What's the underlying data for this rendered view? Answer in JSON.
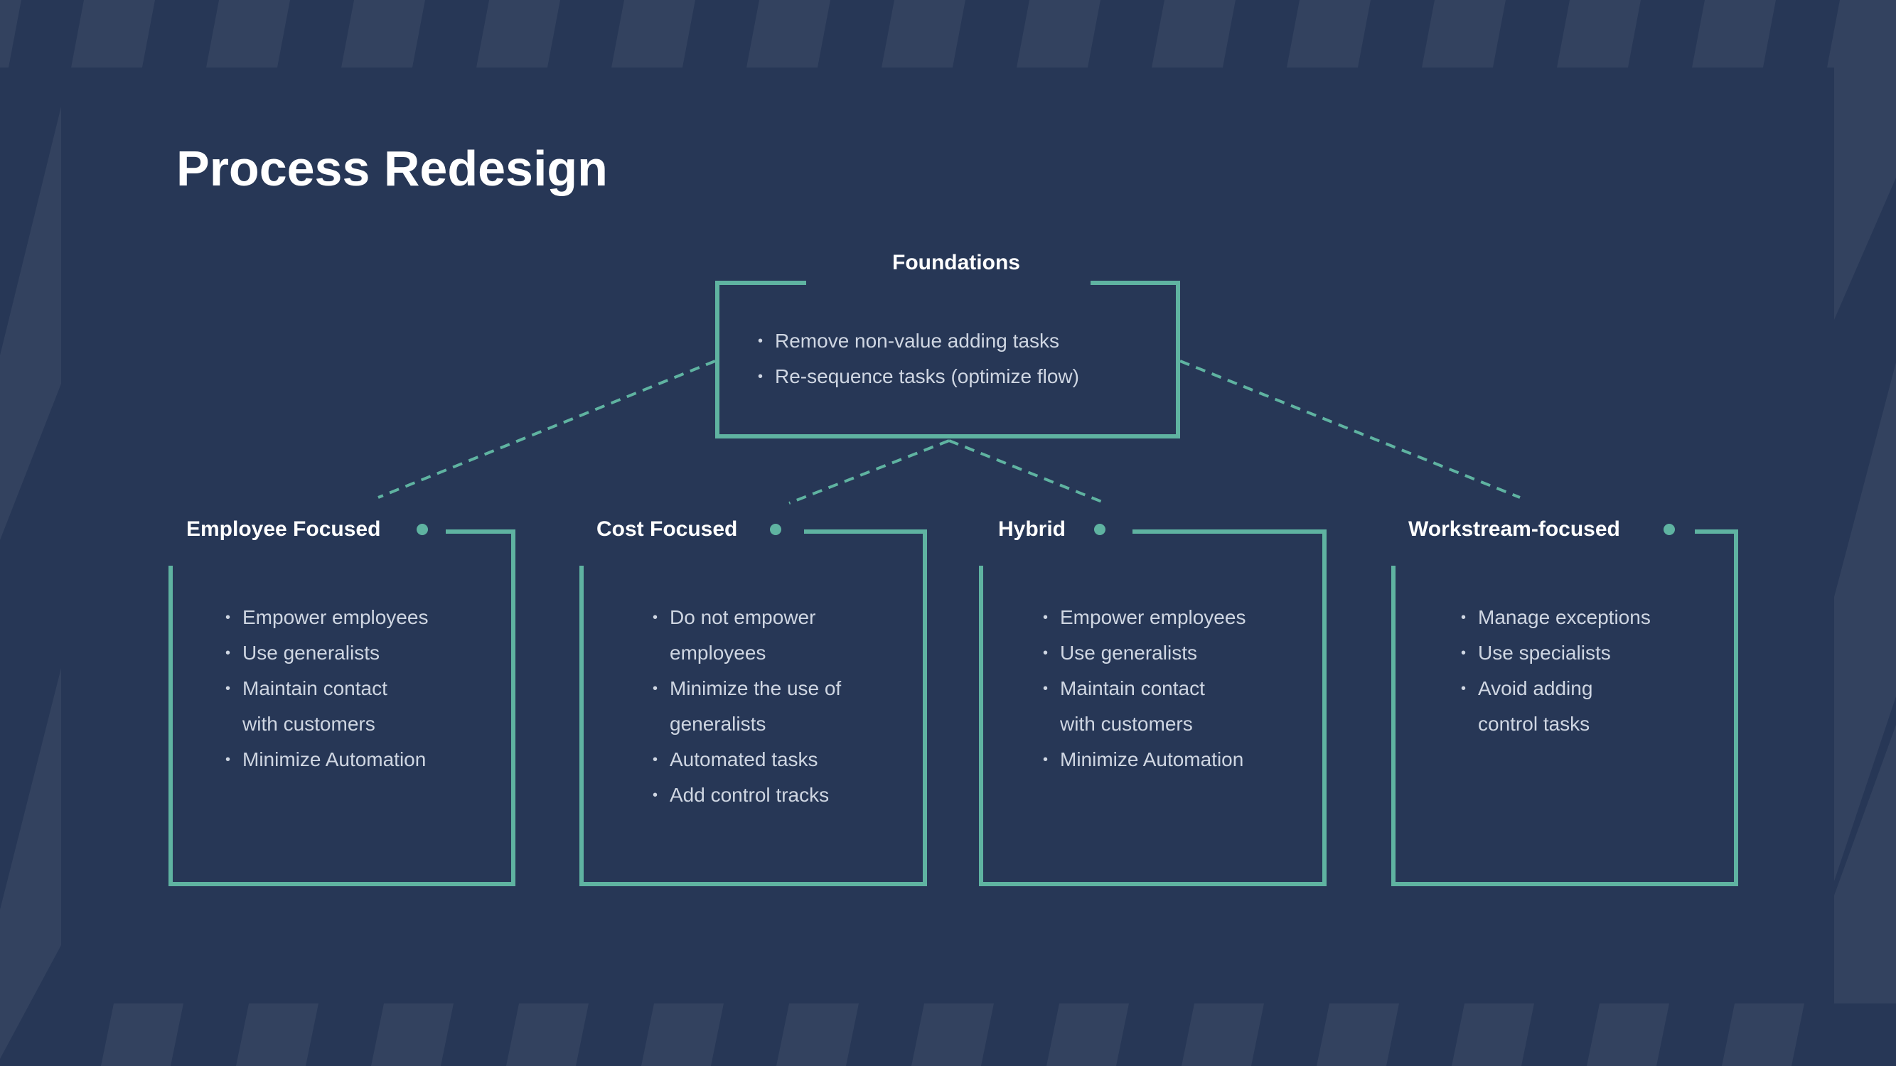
{
  "title": "Process Redesign",
  "colors": {
    "background": "#273756",
    "accent": "#5fb3a1",
    "stripe": "#34435f",
    "text": "#ffffff",
    "body_text": "#cfd6e2"
  },
  "foundation": {
    "title": "Foundations",
    "bullets": [
      "Remove non-value adding tasks",
      "Re-sequence tasks (optimize flow)"
    ]
  },
  "boxes": [
    {
      "title": "Employee Focused",
      "bullets": [
        "Empower employees",
        "Use generalists",
        "Maintain contact with customers",
        "Minimize Automation"
      ]
    },
    {
      "title": "Cost Focused",
      "bullets": [
        "Do not empower employees",
        "Minimize the use of generalists",
        "Automated tasks",
        "Add control tracks"
      ]
    },
    {
      "title": "Hybrid",
      "bullets": [
        "Empower employees",
        "Use generalists",
        "Maintain contact with customers",
        "Minimize Automation"
      ]
    },
    {
      "title": "Workstream-focused",
      "bullets": [
        "Manage exceptions",
        "Use specialists",
        "Avoid adding control tasks"
      ]
    }
  ]
}
